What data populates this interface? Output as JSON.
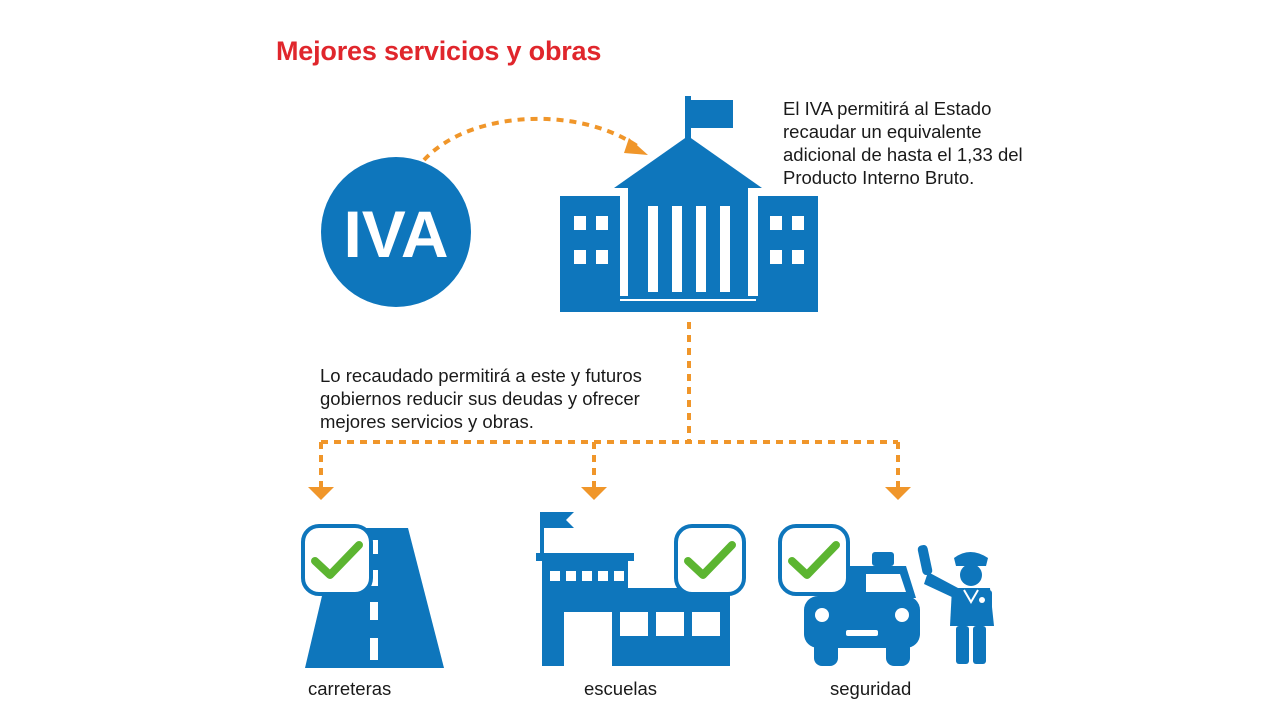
{
  "title": "Mejores servicios y obras",
  "iva_badge": "IVA",
  "description_top": "El IVA permitirá al Estado recaudar un equivalente adicional de hasta el 1,33 del Producto Interno Bruto.",
  "description_middle": "Lo recaudado permitirá a este y futuros gobiernos reducir sus deudas y ofrecer mejores servicios y obras.",
  "outcomes": [
    {
      "label": "carreteras",
      "icon": "road-icon"
    },
    {
      "label": "escuelas",
      "icon": "school-icon"
    },
    {
      "label": "seguridad",
      "icon": "police-car-icon"
    }
  ],
  "colors": {
    "title": "#e0262c",
    "primary_blue": "#0e76bc",
    "arrow_orange": "#f0962a",
    "check_green": "#5cb531"
  }
}
